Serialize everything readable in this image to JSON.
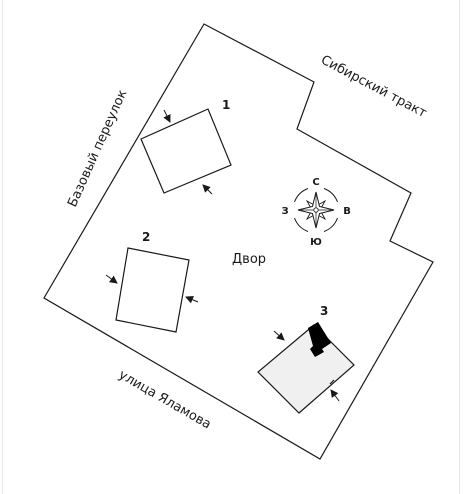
{
  "streets": {
    "left": "Базовый переулок",
    "top_right": "Сибирский тракт",
    "bottom": "улица Яламова"
  },
  "yard": "Двор",
  "buildings": [
    {
      "number": "1"
    },
    {
      "number": "2"
    },
    {
      "number": "3"
    }
  ],
  "compass": {
    "north": "С",
    "south": "Ю",
    "west": "З",
    "east": "В"
  },
  "colors": {
    "line": "#1a1a1a",
    "building3_fill": "#f0f0f0",
    "black_block": "#000000"
  }
}
